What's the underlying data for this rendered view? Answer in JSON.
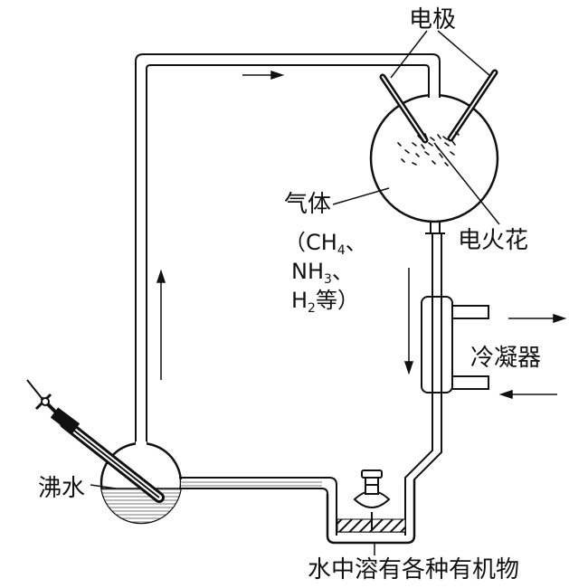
{
  "labels": {
    "electrode": "电极",
    "gas_line1": "气体",
    "gas_line2_open": "（CH",
    "gas_line2_sub": "4",
    "gas_line2_close": "、",
    "gas_line3_main": "NH",
    "gas_line3_sub": "3",
    "gas_line3_close": "、",
    "gas_line4_main": "H",
    "gas_line4_sub": "2",
    "gas_line4_close": "等）",
    "spark": "电火花",
    "condenser": "冷凝器",
    "boiling_water": "沸水",
    "organics": "水中溶有各种有机物"
  },
  "colors": {
    "ink": "#111111",
    "water": "#9a9a9a",
    "paper": "#ffffff"
  }
}
